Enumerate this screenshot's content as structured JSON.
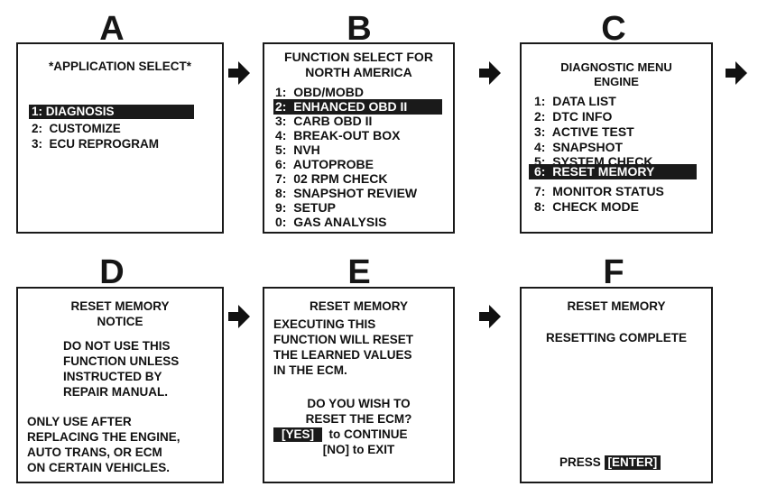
{
  "panels": {
    "a": {
      "letter": "A",
      "title": "*APPLICATION SELECT*",
      "items": [
        {
          "num": "1:",
          "label": "DIAGNOSIS"
        },
        {
          "num": "2:",
          "label": "CUSTOMIZE"
        },
        {
          "num": "3:",
          "label": "ECU REPROGRAM"
        }
      ]
    },
    "b": {
      "letter": "B",
      "title_line1": "FUNCTION SELECT FOR",
      "title_line2": "NORTH AMERICA",
      "items": [
        {
          "num": "1:",
          "label": "OBD/MOBD"
        },
        {
          "num": "2:",
          "label": "ENHANCED OBD II"
        },
        {
          "num": "3:",
          "label": "CARB OBD II"
        },
        {
          "num": "4:",
          "label": "BREAK-OUT BOX"
        },
        {
          "num": "5:",
          "label": "NVH"
        },
        {
          "num": "6:",
          "label": "AUTOPROBE"
        },
        {
          "num": "7:",
          "label": "02 RPM CHECK"
        },
        {
          "num": "8:",
          "label": "SNAPSHOT REVIEW"
        },
        {
          "num": "9:",
          "label": "SETUP"
        },
        {
          "num": "0:",
          "label": "GAS ANALYSIS"
        }
      ]
    },
    "c": {
      "letter": "C",
      "title_line1": "DIAGNOSTIC MENU",
      "title_line2": "ENGINE",
      "items": [
        {
          "num": "1:",
          "label": "DATA LIST"
        },
        {
          "num": "2:",
          "label": "DTC INFO"
        },
        {
          "num": "3:",
          "label": "ACTIVE TEST"
        },
        {
          "num": "4:",
          "label": "SNAPSHOT"
        },
        {
          "num": "5:",
          "label": "SYSTEM CHECK"
        },
        {
          "num": "6:",
          "label": "RESET MEMORY"
        },
        {
          "num": "7:",
          "label": "MONITOR STATUS"
        },
        {
          "num": "8:",
          "label": "CHECK MODE"
        }
      ]
    },
    "d": {
      "letter": "D",
      "title_line1": "RESET MEMORY",
      "title_line2": "NOTICE",
      "warning": [
        "DO NOT USE THIS",
        "FUNCTION UNLESS",
        "INSTRUCTED BY",
        "REPAIR MANUAL."
      ],
      "note": [
        "ONLY USE AFTER",
        "REPLACING THE ENGINE,",
        "AUTO TRANS, OR ECM",
        "ON CERTAIN VEHICLES."
      ]
    },
    "e": {
      "letter": "E",
      "title": "RESET MEMORY",
      "body": [
        "EXECUTING THIS",
        "FUNCTION WILL RESET",
        "THE LEARNED VALUES",
        "IN THE ECM."
      ],
      "question": [
        "DO YOU WISH TO",
        "RESET THE ECM?"
      ],
      "yes_key": "[YES]",
      "yes_text": "to CONTINUE",
      "no_text": "[NO] to EXIT"
    },
    "f": {
      "letter": "F",
      "title": "RESET MEMORY",
      "status": "RESETTING COMPLETE",
      "press": "PRESS",
      "enter_key": "[ENTER]"
    }
  },
  "colors": {
    "border": "#1a1a1a",
    "highlight": "#1a1a1a",
    "background": "#ffffff"
  },
  "icons": {
    "arrow": "right-arrow-icon"
  }
}
